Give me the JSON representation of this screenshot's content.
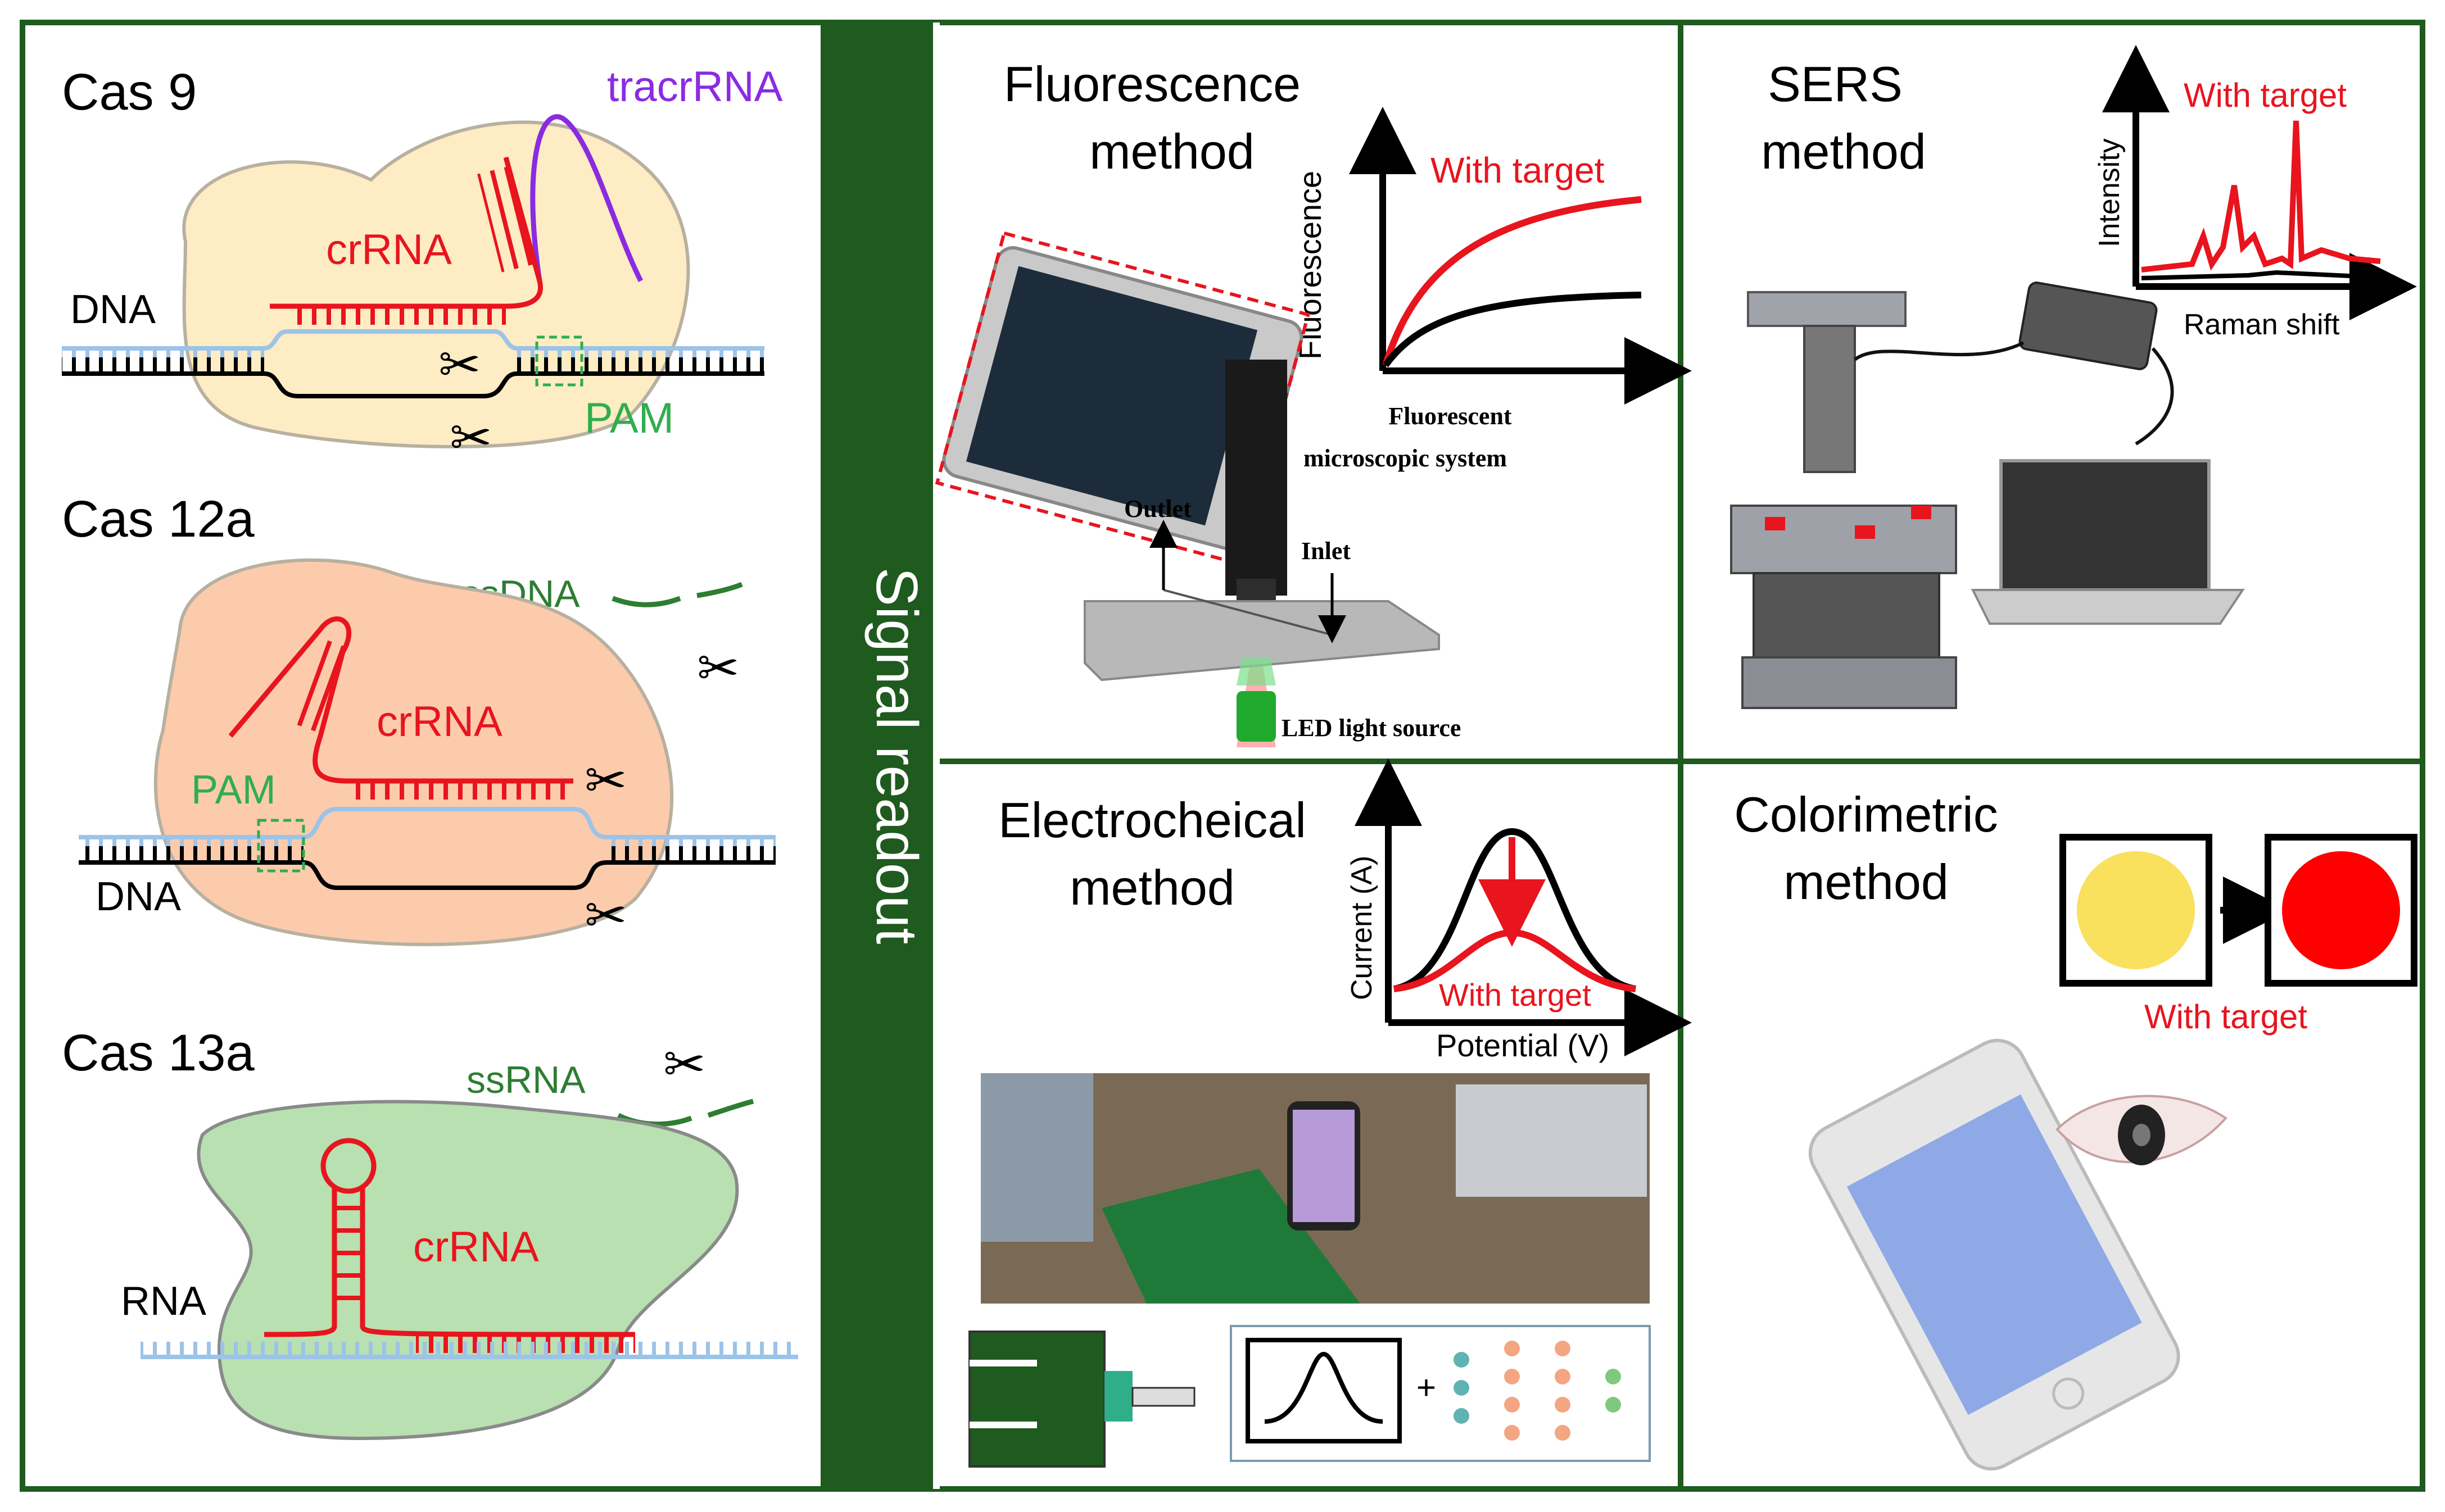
{
  "cas9": {
    "title": "Cas 9",
    "tracr": "tracrRNA",
    "crrna": "crRNA",
    "dna": "DNA",
    "pam": "PAM"
  },
  "cas12a": {
    "title": "Cas 12a",
    "ssdna": "ssDNA",
    "crrna": "crRNA",
    "pam": "PAM",
    "dna": "DNA"
  },
  "cas13a": {
    "title": "Cas 13a",
    "ssrna": "ssRNA",
    "crrna": "crRNA",
    "rna": "RNA"
  },
  "signal": "Signal readout",
  "fluorescence": {
    "title_line1": "Fluorescence",
    "title_line2": "method",
    "ylabel": "Fluorescence",
    "with_target": "With target",
    "system_line1": "Fluorescent",
    "system_line2": "microscopic system",
    "outlet": "Outlet",
    "inlet": "Inlet",
    "led": "LED light source"
  },
  "sers": {
    "title_line1": "SERS",
    "title_line2": "method",
    "ylabel": "Intensity",
    "xlabel": "Raman  shift",
    "with_target": "With target"
  },
  "electro": {
    "title_line1": "Electrocheical",
    "title_line2": "method",
    "ylabel": "Current (A)",
    "xlabel": "Potential  (V)",
    "with_target": "With target"
  },
  "color": {
    "title_line1": "Colorimetric",
    "title_line2": "method",
    "with_target": "With target",
    "yellow": "#f9e05d",
    "red": "#ff0000"
  },
  "colors": {
    "frame": "#1f5a1f",
    "red": "#e8141e",
    "green": "#2fae4e",
    "purple": "#8a2be2",
    "dna_blue": "#9cc3e8"
  }
}
